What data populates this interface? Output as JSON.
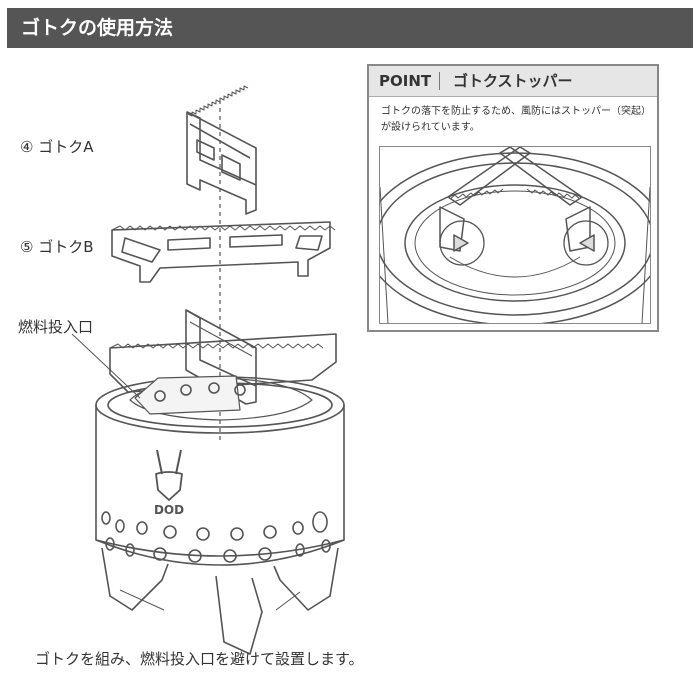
{
  "header": {
    "title": "ゴトクの使用方法"
  },
  "labels": {
    "gotoku_a": "④ ゴトクA",
    "gotoku_b": "⑤ ゴトクB",
    "fuel_inlet": "燃料投入口"
  },
  "product": {
    "logo_text": "DOD"
  },
  "point": {
    "tag": "POINT",
    "title": "ゴトクストッパー",
    "description": "ゴトクの落下を防止するため、風防にはストッパー（突起）が設けられています。"
  },
  "caption": "ゴトクを組み、燃料投入口を避けて設置します。"
}
